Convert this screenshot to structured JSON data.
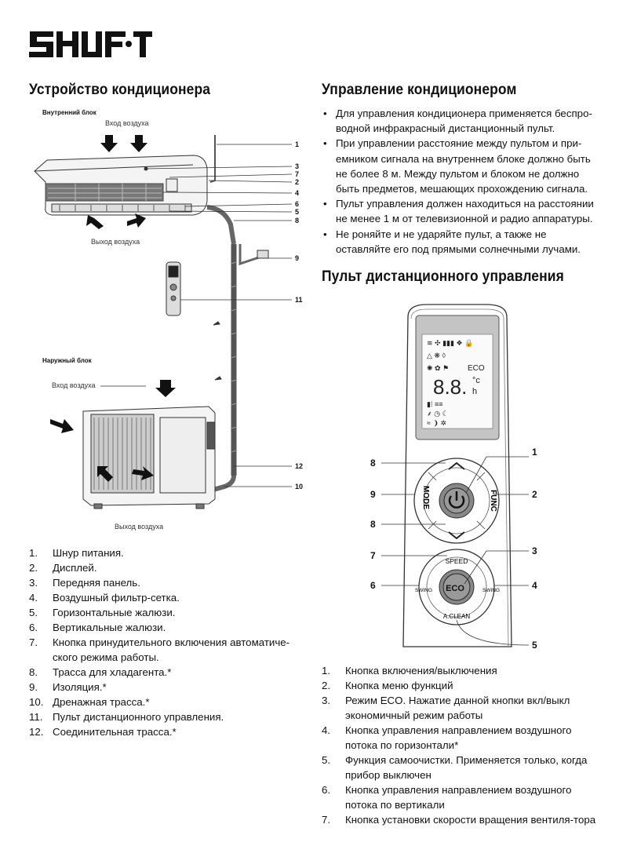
{
  "logo": {
    "text": "SHUFT"
  },
  "left": {
    "title": "Устройство кондиционера",
    "indoor_label": "Внутренний блок",
    "outdoor_label": "Наружный блок",
    "air_in": "Вход воздуха",
    "air_out": "Выход воздуха",
    "air_in_outdoor": "Вход воздуха",
    "air_out_outdoor": "Выход воздуха",
    "callouts": [
      "1",
      "7",
      "3",
      "2",
      "4",
      "6",
      "5",
      "8",
      "9",
      "11",
      "12",
      "10"
    ],
    "list": [
      {
        "n": "1.",
        "text": "Шнур питания."
      },
      {
        "n": "2.",
        "text": "Дисплей."
      },
      {
        "n": "3.",
        "text": "Передняя панель."
      },
      {
        "n": "4.",
        "text": "Воздушный фильтр-сетка."
      },
      {
        "n": "5.",
        "text": "Горизонтальные жалюзи."
      },
      {
        "n": "6.",
        "text": "Вертикальные жалюзи."
      },
      {
        "n": "7.",
        "text": "Кнопка принудительного включения автоматиче-ского режима работы."
      },
      {
        "n": "8.",
        "text": "Трасса для хладагента.*"
      },
      {
        "n": "9.",
        "text": "Изоляция.*"
      },
      {
        "n": "10.",
        "text": "Дренажная трасса.*"
      },
      {
        "n": "11.",
        "text": "Пульт дистанционного управления."
      },
      {
        "n": "12.",
        "text": "Соединительная трасса.*"
      }
    ]
  },
  "right": {
    "title": "Управление кондиционером",
    "bullets": [
      "Для управления кондиционера применяется беспро-водной инфракрасный дистанционный пульт.",
      "При управлении расстояние между пультом и при-емником сигнала на внутреннем блоке должно быть не более 8 м. Между пультом и блоком не должно быть предметов, мешающих прохождению сигнала.",
      "Пульт управления должен находиться на расстоянии не менее 1 м от телевизионной и радио аппаратуры.",
      "Не роняйте и не ударяйте пульт, а также не оставляйте его под прямыми солнечными лучами."
    ],
    "remote_title": "Пульт дистанционного управления",
    "remote": {
      "display_digits": "8.8.",
      "unit_c": "°c",
      "unit_h": "h",
      "btn_mode": "MODE",
      "btn_func": "FUNC",
      "btn_speed": "SPEED",
      "btn_swing": "SWING",
      "btn_eco": "ECO",
      "btn_aclean": "A.CLEAN",
      "display_eco": "ECO",
      "callouts": [
        "8",
        "1",
        "9",
        "2",
        "8",
        "7",
        "3",
        "6",
        "4",
        "5"
      ]
    },
    "list": [
      {
        "n": "1.",
        "text": "Кнопка включения/выключения"
      },
      {
        "n": "2.",
        "text": "Кнопка меню функций"
      },
      {
        "n": "3.",
        "text": "Режим ECO. Нажатие данной кнопки вкл/выкл экономичный режим работы"
      },
      {
        "n": "4.",
        "text": "Кнопка управления направлением воздушного потока по горизонтали*"
      },
      {
        "n": "5.",
        "text": "Функция самоочистки. Применяется только, когда прибор выключен"
      },
      {
        "n": "6.",
        "text": "Кнопка управления направлением воздушного потока по вертикали"
      },
      {
        "n": "7.",
        "text": "Кнопка установки скорости вращения вентиля-тора"
      }
    ]
  }
}
